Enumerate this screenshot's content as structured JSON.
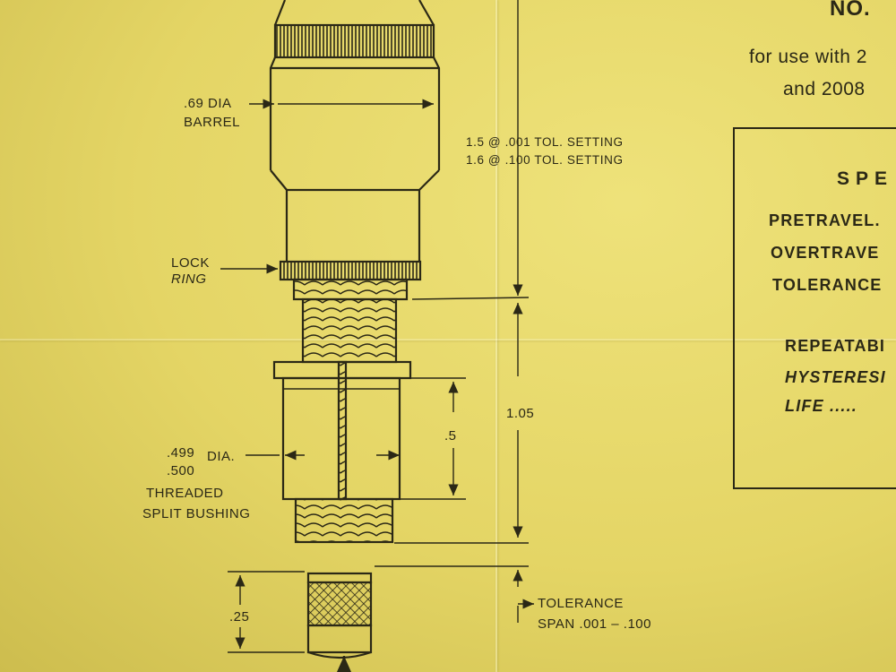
{
  "header": {
    "number_label": "NO.",
    "subtitle_line1": "for use with 2",
    "subtitle_line2": "and 2008"
  },
  "labels": {
    "barrel_dia": ".69 DIA",
    "barrel": "BARREL",
    "tol_setting_1": "1.5 @ .001 TOL. SETTING",
    "tol_setting_2": "1.6 @ .100 TOL. SETTING",
    "lock": "LOCK",
    "ring": "RING",
    "bushing_dia_1": ".499",
    "bushing_dia_2": ".500",
    "dia": "DIA.",
    "threaded": "THREADED",
    "split_bushing": "SPLIT BUSHING",
    "dim_05": ".5",
    "dim_105": "1.05",
    "dim_025": ".25",
    "tolerance": "TOLERANCE",
    "span": "SPAN .001 – .100"
  },
  "spec": {
    "title": "SPE",
    "items": [
      "PRETRAVEL.",
      "OVERTRAVE",
      "TOLERANCE",
      "REPEATABI",
      "HYSTERESI",
      "LIFE ....."
    ]
  },
  "colors": {
    "paper": "#e6d96a",
    "ink": "#2b2816"
  }
}
